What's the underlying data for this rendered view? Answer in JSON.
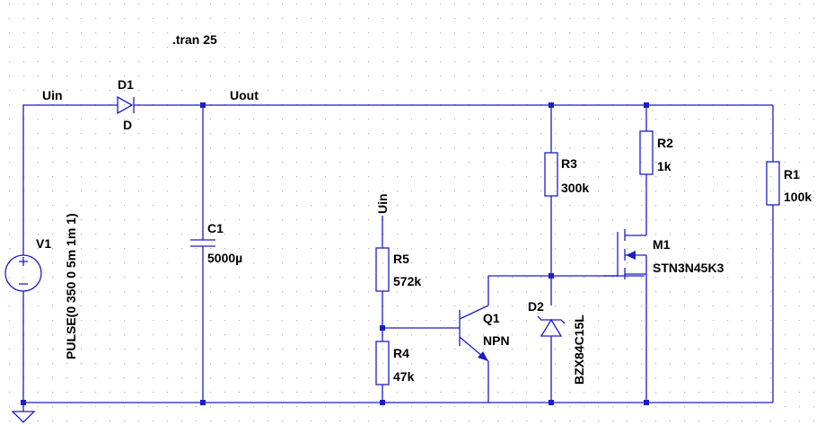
{
  "colors": {
    "wire": "#1c1cc8",
    "text": "#000000",
    "background": "#ffffff",
    "grid": "#b0b0b0"
  },
  "directive": ".tran 25",
  "nets": {
    "input": "Uin",
    "output": "Uout",
    "q1_base_supply": "Uin"
  },
  "components": {
    "V1": {
      "ref": "V1",
      "value": "PULSE(0 350 0 5m 1m 1)"
    },
    "D1": {
      "ref": "D1",
      "value": "D"
    },
    "C1": {
      "ref": "C1",
      "value": "5000µ"
    },
    "R5": {
      "ref": "R5",
      "value": "572k"
    },
    "R4": {
      "ref": "R4",
      "value": "47k"
    },
    "Q1": {
      "ref": "Q1",
      "value": "NPN"
    },
    "R3": {
      "ref": "R3",
      "value": "300k"
    },
    "D2": {
      "ref": "D2",
      "value": "BZX84C15L"
    },
    "R2": {
      "ref": "R2",
      "value": "1k"
    },
    "M1": {
      "ref": "M1",
      "value": "STN3N45K3"
    },
    "R1": {
      "ref": "R1",
      "value": "100k"
    }
  }
}
